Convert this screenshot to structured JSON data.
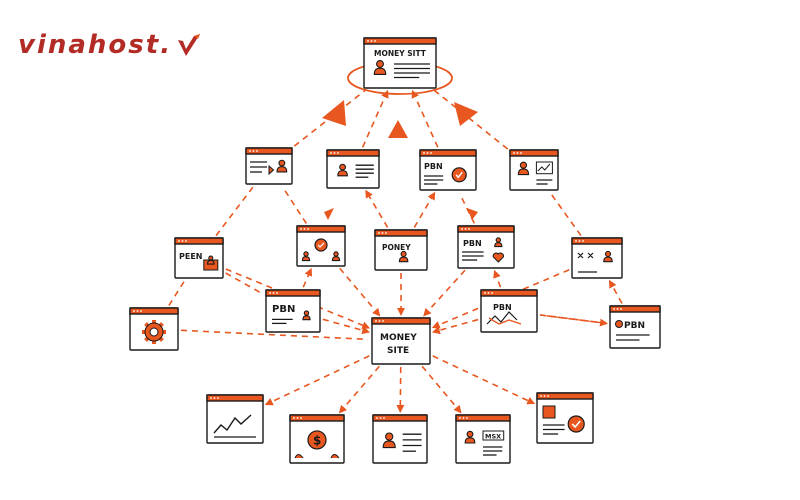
{
  "brand": {
    "name": "vinahost.",
    "mark": "checkmark-v",
    "color": "#b22b24"
  },
  "colors": {
    "accent": "#e8571f",
    "outline": "#1a1a1a",
    "background": "#ffffff"
  },
  "nodes": {
    "top_money_site": "MONEY SITT",
    "pbn_a": "PBN",
    "peen": "PEEN",
    "poney": "PONEY",
    "pbn_b": "PBN",
    "pbn_left": "PBN",
    "money_site": [
      "MONEY",
      "SITE"
    ],
    "pbn_right": "PBN",
    "pbn_far_right": "PBN",
    "msx": "MSX"
  }
}
